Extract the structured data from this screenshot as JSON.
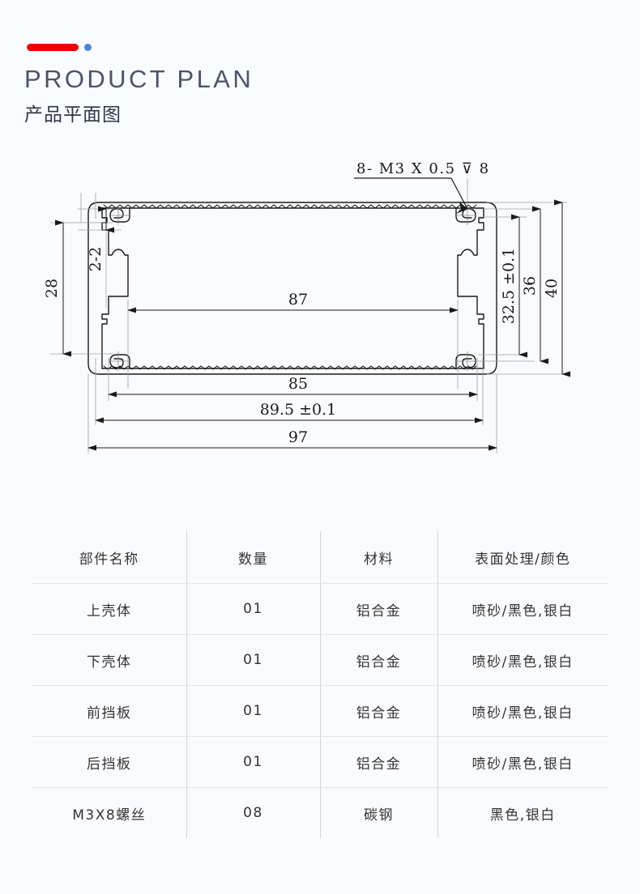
{
  "header": {
    "title_en": "PRODUCT PLAN",
    "title_cn": "产品平面图",
    "accent_red": "#ee0008",
    "accent_blue": "#4a86d8"
  },
  "drawing": {
    "note": "8- M3 X 0.5 ⊽ 8",
    "dimensions": {
      "left_outer": "28",
      "left_inner": "2-2",
      "right_inner": "32.5 ±0.1",
      "right_mid": "36",
      "right_outer": "40",
      "center_inner": "87",
      "bottom_1": "85",
      "bottom_2": "89.5 ±0.1",
      "bottom_3": "97"
    }
  },
  "spec_table": {
    "headers": [
      "部件名称",
      "数量",
      "材料",
      "表面处理/颜色"
    ],
    "rows": [
      {
        "name": "上壳体",
        "qty": "01",
        "material": "铝合金",
        "finish": "喷砂/黑色,银白"
      },
      {
        "name": "下壳体",
        "qty": "01",
        "material": "铝合金",
        "finish": "喷砂/黑色,银白"
      },
      {
        "name": "前挡板",
        "qty": "01",
        "material": "铝合金",
        "finish": "喷砂/黑色,银白"
      },
      {
        "name": "后挡板",
        "qty": "01",
        "material": "铝合金",
        "finish": "喷砂/黑色,银白"
      },
      {
        "name": "M3X8螺丝",
        "qty": "08",
        "material": "碳钢",
        "finish": "黑色,银白"
      }
    ]
  }
}
